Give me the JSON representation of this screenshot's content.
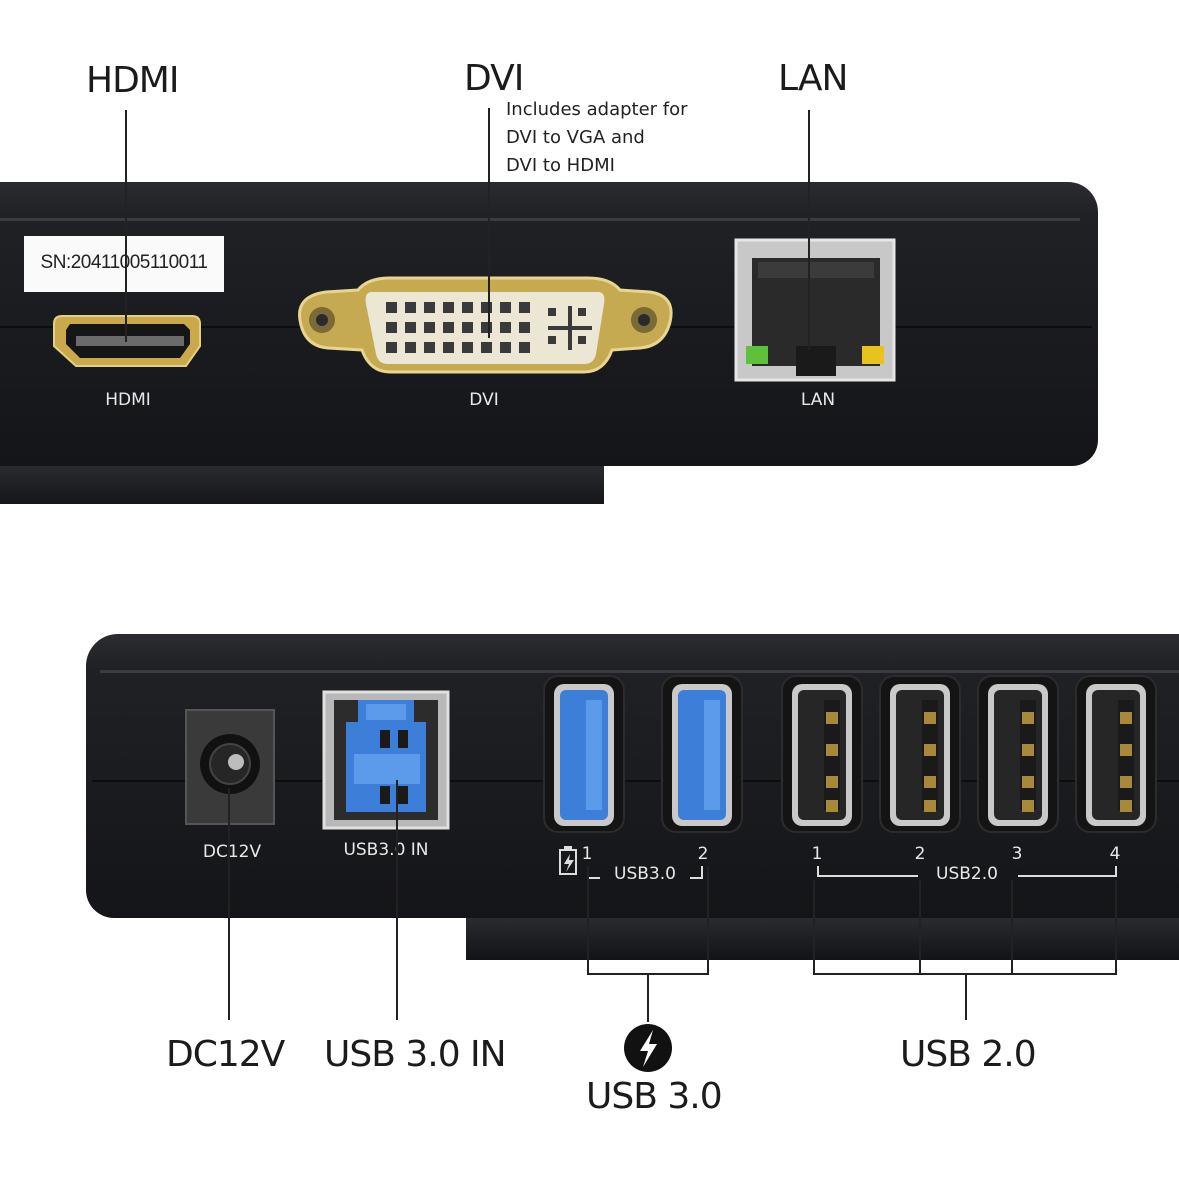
{
  "top_panel": {
    "callouts": {
      "hdmi": "HDMI",
      "dvi": "DVI",
      "lan": "LAN"
    },
    "dvi_note": [
      "Includes adapter for",
      "DVI to VGA and",
      "DVI to HDMI"
    ],
    "serial_label": "SN:20411005110011",
    "port_labels": {
      "hdmi": "HDMI",
      "dvi": "DVI",
      "lan": "LAN"
    }
  },
  "bottom_panel": {
    "port_labels": {
      "dc": "DC12V",
      "usb3_in": "USB3.0 IN",
      "usb3_group": "USB3.0",
      "usb2_group": "USB2.0"
    },
    "usb3_port_numbers": [
      "1",
      "2"
    ],
    "usb2_port_numbers": [
      "1",
      "2",
      "3",
      "4"
    ],
    "callouts": {
      "dc": "DC12V",
      "usb3_in": "USB 3.0 IN",
      "usb3": "USB 3.0",
      "usb2": "USB 2.0"
    },
    "icons": {
      "battery": "battery-charge-icon",
      "lightning": "lightning-bolt-icon"
    }
  },
  "colors": {
    "dock_body": "#1c1d20",
    "usb3_blue": "#3d7fd8",
    "gold": "#c9a94a",
    "led_green": "#5dc23a",
    "led_yellow": "#e8c21d"
  }
}
